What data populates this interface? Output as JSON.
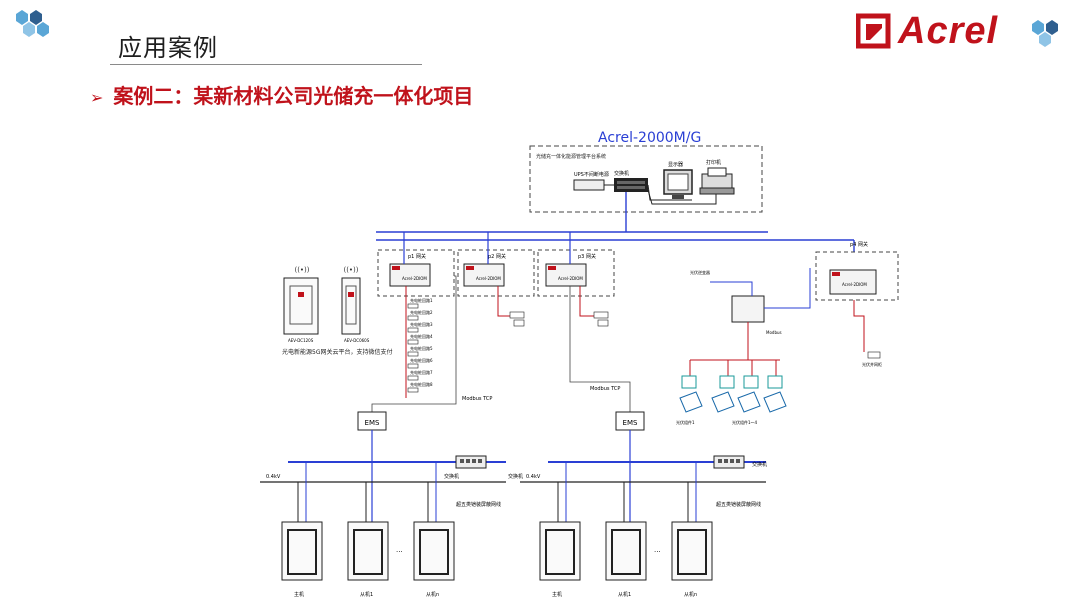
{
  "header": {
    "section_title": "应用案例",
    "case_title": "案例二：某新材料公司光储充一体化项目",
    "brand": "Acrel"
  },
  "diagram": {
    "platform_title": "Acrel-2000M/G",
    "platform_caption": "光储充一体化能源管理平台系统",
    "platform_devices": [
      "UPS不间断电源",
      "交换机",
      "显示器",
      "打印机"
    ],
    "meter_labels": [
      "Acrel-2DIOM",
      "Acrel-2DIOM",
      "Acrel-2DIOM",
      "Acrel-2DIOM"
    ],
    "meter_tags": [
      "p1 网关",
      "p2 网关",
      "p3 网关",
      "p4 网关"
    ],
    "charger_caption": "光电新能源5G网关云平台，支持微信支付",
    "charger_models": [
      "AEV-DC120S",
      "AEV-DC060S"
    ],
    "feeder_labels": [
      "充电桩回路1",
      "充电桩回路2",
      "充电桩回路3",
      "充电桩回路4",
      "充电桩回路5",
      "充电桩回路6",
      "充电桩回路7",
      "充电桩回路8"
    ],
    "modbus_tcp": "Modbus TCP",
    "modbus": "Modbus",
    "ems": "EMS",
    "bus_voltage": "0.4kV",
    "switch_label": "交换机",
    "shield_line": "超五类铠装屏蔽网线",
    "cabinets_left": [
      "主机",
      "从机1",
      "从机n"
    ],
    "cabinets_right": [
      "主机",
      "从机1",
      "从机n"
    ],
    "ellipsis": "...",
    "pv_labels": [
      "光伏组件1",
      "光伏组件1～4"
    ],
    "right_note": "光伏并网柜",
    "inverter_note": "光伏逆变器"
  },
  "colors": {
    "accent_red": "#c0121b",
    "network_blue": "#2a3fd4",
    "dash": "#444444"
  }
}
